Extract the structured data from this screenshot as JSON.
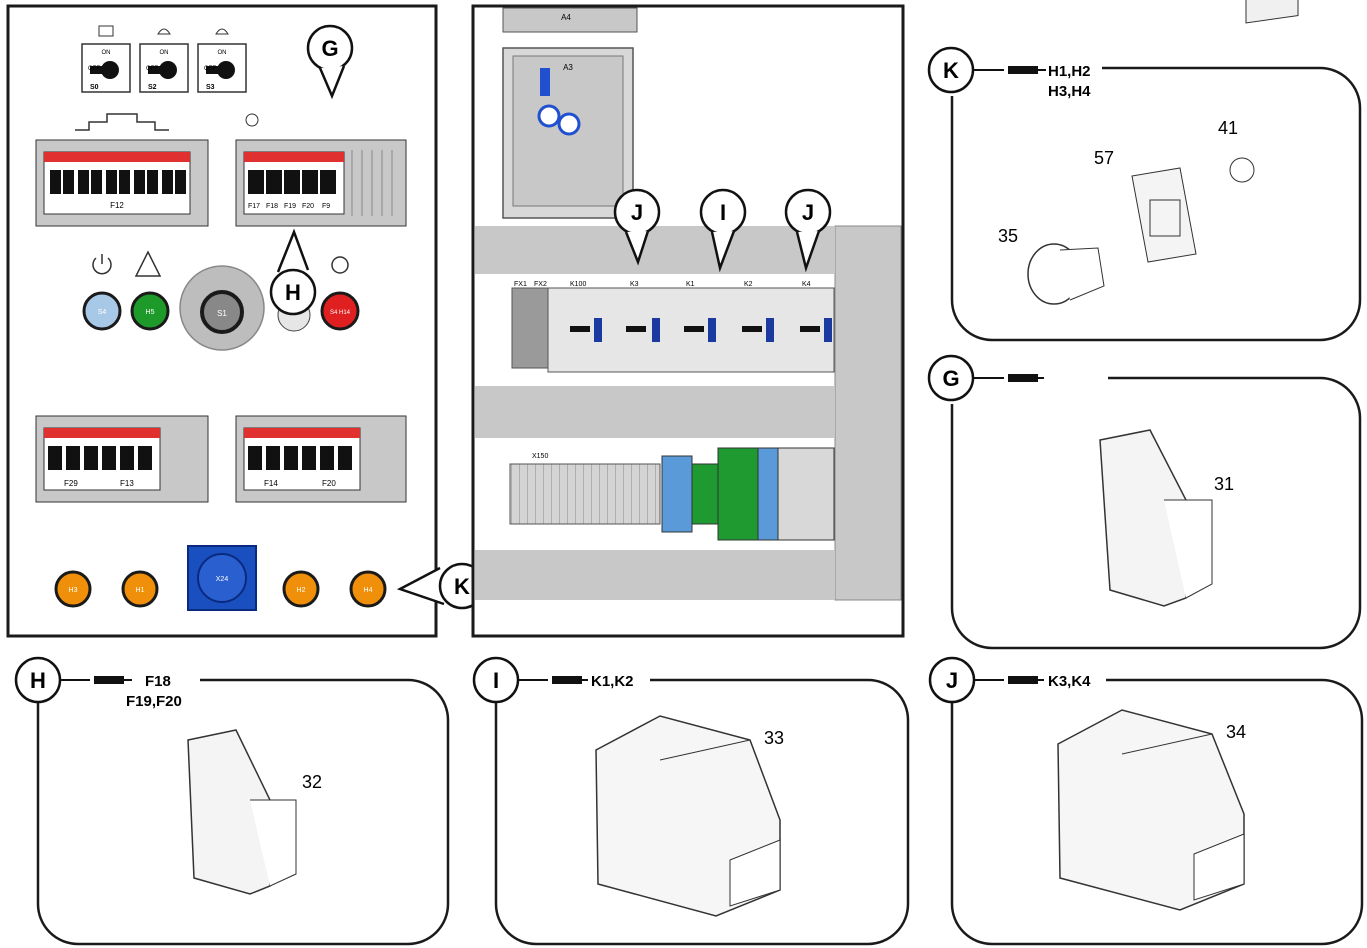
{
  "callouts": {
    "g": "G",
    "h": "H",
    "k": "K",
    "j1": "J",
    "i": "I",
    "j2": "J"
  },
  "left_panel": {
    "switches": [
      "S0",
      "S2",
      "S3"
    ],
    "switch_on": "ON",
    "switch_off": "OFF",
    "breaker_group1_label": "F12",
    "breaker_group2_labels": [
      "F17",
      "F18",
      "F19",
      "F20",
      "F9"
    ],
    "buttons": [
      "S4",
      "H5",
      "S1",
      "S4 H14"
    ],
    "breaker_group3_labels": [
      "F29",
      "F13"
    ],
    "breaker_group4_labels": [
      "F14",
      "F20"
    ],
    "lamps": [
      "H3",
      "H1",
      "H2",
      "H4"
    ],
    "socket": "X24"
  },
  "middle_panel": {
    "a4": "A4",
    "a3": "A3",
    "terminal_top_labels": [
      "FX1",
      "FX2",
      "K100",
      "K3",
      "K1",
      "K2",
      "K4"
    ],
    "terminal_bottom_label": "X150"
  },
  "detail_boxes": {
    "k": {
      "letter": "K",
      "refs_line1": "H1,H2",
      "refs_line2": "H3,H4",
      "parts": [
        "41",
        "57",
        "35"
      ]
    },
    "g": {
      "letter": "G",
      "parts": [
        "31"
      ]
    },
    "h": {
      "letter": "H",
      "refs_line1": "F18",
      "refs_line2": "F19,F20",
      "parts": [
        "32"
      ]
    },
    "i": {
      "letter": "I",
      "refs_line1": "K1,K2",
      "parts": [
        "33"
      ]
    },
    "j": {
      "letter": "J",
      "refs_line1": "K3,K4",
      "parts": [
        "34"
      ]
    }
  },
  "colors": {
    "outline": "#1a1a1a",
    "panel_grey": "#c8c8c8",
    "breaker_red": "#e03030",
    "button_blue": "#a8c8e8",
    "button_green": "#1e9a2a",
    "button_red": "#e02020",
    "lamp_orange": "#f0900a",
    "socket_blue": "#1a4fc0",
    "terminal_blue": "#5a9ad8",
    "terminal_green": "#1e9a30",
    "a3_blue": "#2050d0"
  }
}
